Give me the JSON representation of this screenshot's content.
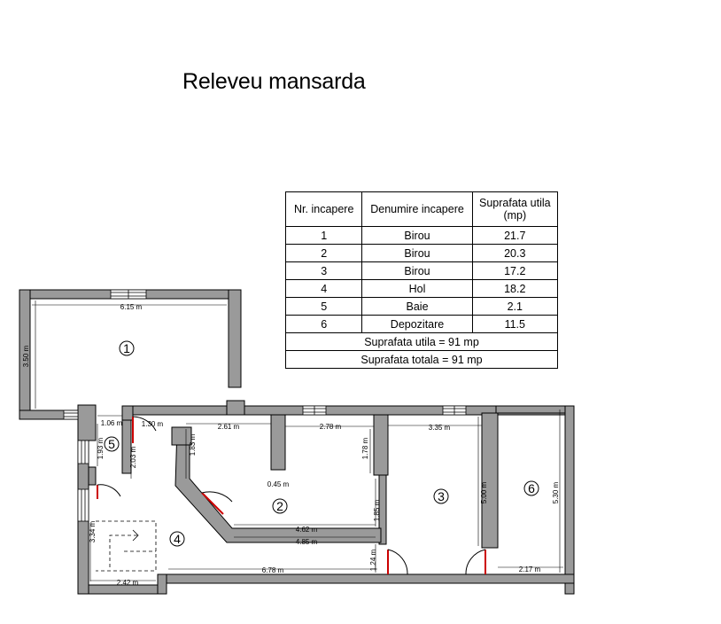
{
  "title": "Releveu mansarda",
  "table": {
    "headers": [
      "Nr. incapere",
      "Denumire incapere",
      "Suprafata utila (mp)"
    ],
    "rows": [
      {
        "nr": "1",
        "name": "Birou",
        "area": "21.7"
      },
      {
        "nr": "2",
        "name": "Birou",
        "area": "20.3"
      },
      {
        "nr": "3",
        "name": "Birou",
        "area": "17.2"
      },
      {
        "nr": "4",
        "name": "Hol",
        "area": "18.2"
      },
      {
        "nr": "5",
        "name": "Baie",
        "area": "2.1"
      },
      {
        "nr": "6",
        "name": "Depozitare",
        "area": "11.5"
      }
    ],
    "total_useful": "Suprafata utila = 91 mp",
    "total_area": "Suprafata totala = 91 mp"
  },
  "plan": {
    "rooms": {
      "r1": "1",
      "r2": "2",
      "r3": "3",
      "r4": "4",
      "r5": "5",
      "r6": "6"
    },
    "dims": {
      "d615": "6.15 m",
      "d350": "3.50 m",
      "d106": "1.06 m",
      "d130": "1.30 m",
      "d261": "2.61 m",
      "d278": "2.78 m",
      "d335": "3.35 m",
      "d193": "1.93 m",
      "d203": "2.03 m",
      "d183": "1.83 m",
      "d178": "1.78 m",
      "d045": "0.45 m",
      "d500": "5.00 m",
      "d530": "5.30 m",
      "d185": "1.85 m",
      "d462": "4.62 m",
      "d485": "4.85 m",
      "d334": "3.34 m",
      "d124": "1.24 m",
      "d242": "2.42 m",
      "d678": "6.78 m",
      "d217": "2.17 m"
    }
  }
}
